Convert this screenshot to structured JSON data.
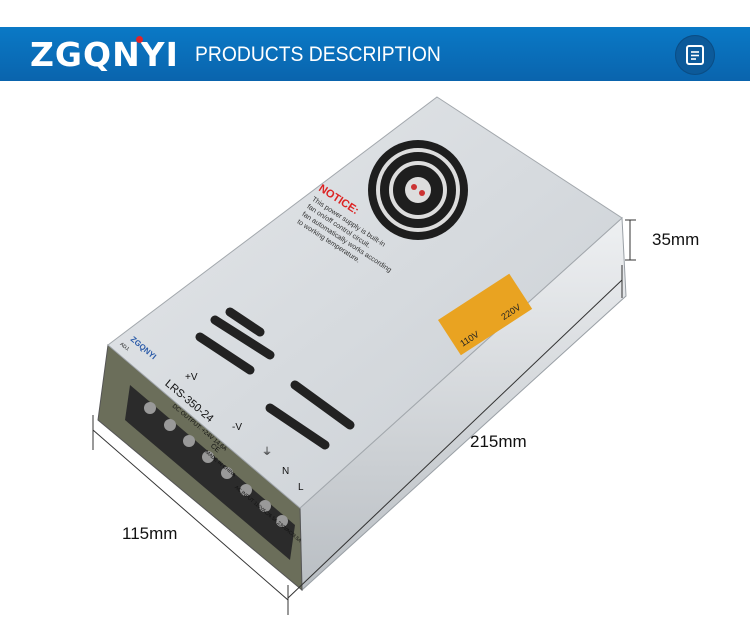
{
  "header": {
    "brand": "ZGQNYI",
    "title": "PRODUCTS DESCRIPTION",
    "menu_icon": "document-list-icon",
    "colors": {
      "bar": "#0a6fba",
      "logo_dot": "#e0242a"
    }
  },
  "product": {
    "notice_title": "NOTICE:",
    "notice_text": [
      "This power supply is built-in",
      "fan on/off control circuit.",
      "fan automatically works according",
      "to working temperature."
    ],
    "label_brand": "ZGQNYI",
    "model": "LRS-350-24",
    "dc_output": "DC OUTPUT: +24V 14.6A",
    "ce_mark": "CE",
    "made_in": "MADE IN CHINA",
    "ac_input": "AC INPUT 115VAC/6.5A 230VAC/3.5A",
    "terminals": [
      "+V",
      "-V",
      "⏚",
      "N",
      "L"
    ],
    "adj_label": "ADJ.",
    "voltage_switch": [
      "110V",
      "220V"
    ]
  },
  "dimensions": {
    "height": "35mm",
    "length": "215mm",
    "width": "115mm"
  }
}
